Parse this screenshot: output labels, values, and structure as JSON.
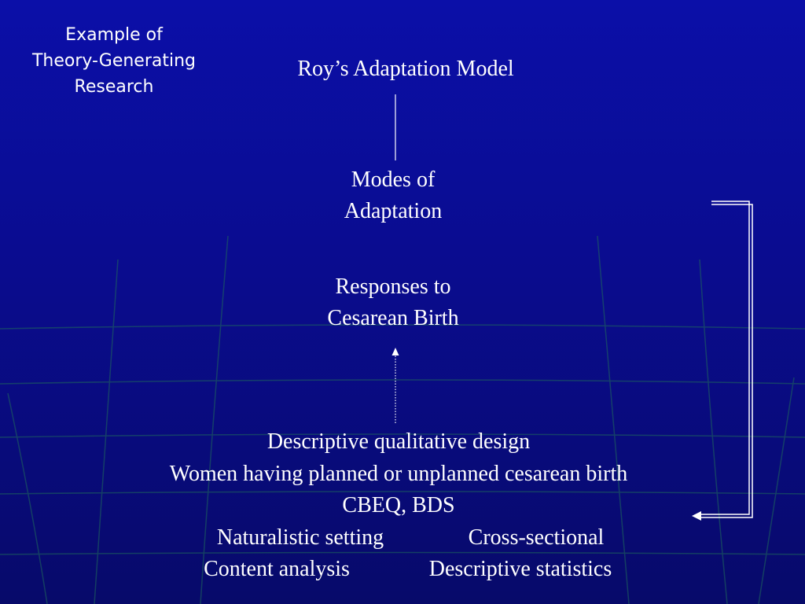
{
  "slide": {
    "corner_title": [
      "Example of",
      "Theory-Generating",
      "Research"
    ],
    "model_label": "Roy’s Adaptation Model",
    "modes_label": [
      "Modes of",
      "Adaptation"
    ],
    "responses_label": [
      "Responses to",
      "Cesarean Birth"
    ],
    "design": {
      "line1": "Descriptive qualitative design",
      "line2": "Women having planned or unplanned cesarean birth",
      "line3": "CBEQ, BDS",
      "row4": [
        "Naturalistic setting",
        "Cross-sectional"
      ],
      "row5": [
        "Content analysis",
        "Descriptive statistics"
      ]
    }
  },
  "colors": {
    "background_top": "#0b0fa8",
    "background_bottom": "#070a6a",
    "text": "#ffffff",
    "globe_lines": "#1f6b5a"
  }
}
